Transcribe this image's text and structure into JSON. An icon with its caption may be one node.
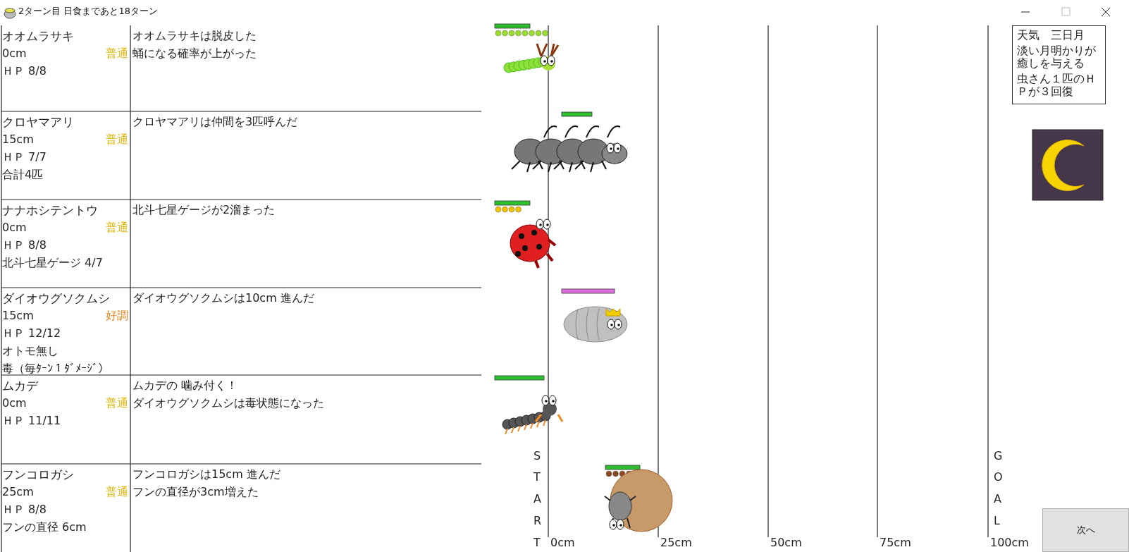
{
  "diagram": {
    "title": "2ターン目 日食まであと18ターン",
    "nodes": [
      {
        "text": [
          "オオムラサキ",
          "0cm",
          "普通",
          "ＨＰ 8/8"
        ]
      },
      {
        "text": [
          "オオムラサキは脱皮した",
          "蛹になる確率が上がった"
        ]
      },
      {
        "text": [
          "クロヤマアリ",
          "15cm",
          "普通",
          "ＨＰ 7/7",
          "合計4匹"
        ]
      },
      {
        "text": [
          "クロヤマアリは仲間を3匹呼んだ"
        ]
      },
      {
        "text": [
          "ナナホシテントウ",
          "0cm",
          "普通",
          "ＨＰ 8/8",
          "北斗七星ゲージ 4/7"
        ]
      },
      {
        "text": [
          "北斗七星ゲージが2溜まった"
        ]
      },
      {
        "text": [
          "ダイオウグソクムシ",
          "15cm",
          "好調",
          "ＨＰ 12/12",
          "オトモ無し",
          "毒（毎ﾀｰﾝ１ﾀﾞﾒｰｼﾞ）"
        ]
      },
      {
        "text": [
          "ダイオウグソクムシは10cm 進んだ"
        ]
      },
      {
        "text": [
          "ムカデ",
          "0cm",
          "普通",
          "ＨＰ 11/11"
        ]
      },
      {
        "text": [
          "ムカデの 噛み付く！",
          "ダイオウグソクムシは毒状態になった"
        ]
      },
      {
        "text": [
          "フンコロガシ",
          "25cm",
          "普通",
          "ＨＰ 8/8",
          "フンの直径 6cm"
        ]
      },
      {
        "text": [
          "フンコロガシは15cm 進んだ",
          "フンの直径が3cm増えた"
        ]
      },
      {
        "text": [
          "天気　三日月",
          "淡い月明かりが癒しを与える",
          "虫さん１匹のＨＰが３回復"
        ]
      },
      {
        "text": [
          "次へ"
        ]
      }
    ],
    "edges": [],
    "labels": [
      "S",
      "T",
      "A",
      "R",
      "T",
      "G",
      "O",
      "A",
      "L",
      "0cm",
      "25cm",
      "50cm",
      "75cm",
      "100cm"
    ]
  }
}
